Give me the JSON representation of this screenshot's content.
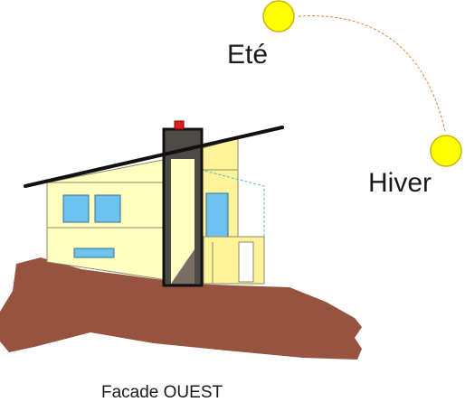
{
  "labels": {
    "summer": "Eté",
    "winter": "Hiver",
    "caption": "Facade OUEST"
  },
  "colors": {
    "ground": "#96533f",
    "wall": "#ffffc0",
    "wall_shade": "#fff39a",
    "window": "#6ec2f0",
    "chimney": "#4e4a46",
    "chimney_top": "#e02020",
    "roof_line": "#111111",
    "sun_fill": "#ffff00",
    "sun_stroke": "#c8b400",
    "sun_path": "#e8833a",
    "awning": "#4cb8c8"
  },
  "icons": {
    "summer_sun": "sun-icon",
    "winter_sun": "sun-icon"
  }
}
